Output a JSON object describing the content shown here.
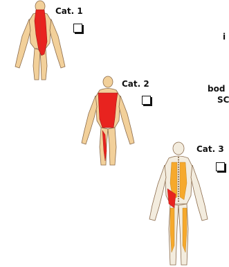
{
  "figures": [
    {
      "id": "figure-1",
      "category_label": "Cat. 1"
    },
    {
      "id": "figure-2",
      "category_label": "Cat. 2"
    },
    {
      "id": "figure-3",
      "category_label": "Cat. 3"
    }
  ],
  "side_text": [
    "i",
    "bod",
    "SC"
  ],
  "colors": {
    "highlight": "#e8231f",
    "skin": "#f2d09a",
    "bone": "#f3ecde",
    "outline": "#8a6a4a",
    "inner": "#f6a92c"
  }
}
